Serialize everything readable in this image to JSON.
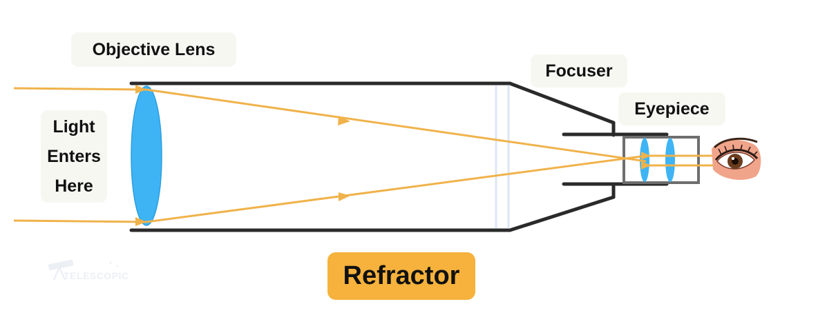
{
  "labels": {
    "objective_lens": "Objective Lens",
    "light_enters": [
      "Light",
      "Enters",
      "Here"
    ],
    "focuser": "Focuser",
    "eyepiece": "Eyepiece"
  },
  "title": "Refractor",
  "watermark": "TELESCOPIC",
  "icons": {
    "eye": "eye-icon",
    "watermark": "telescope-logo-icon"
  },
  "colors": {
    "light_ray": "#f0b24a",
    "lens": "#3eb4f5",
    "tube": "#2a2a2a",
    "eyepiece_frame": "#6e6e6e",
    "label_bg": "#f7f7f2",
    "title_bg": "#f6b23c"
  }
}
